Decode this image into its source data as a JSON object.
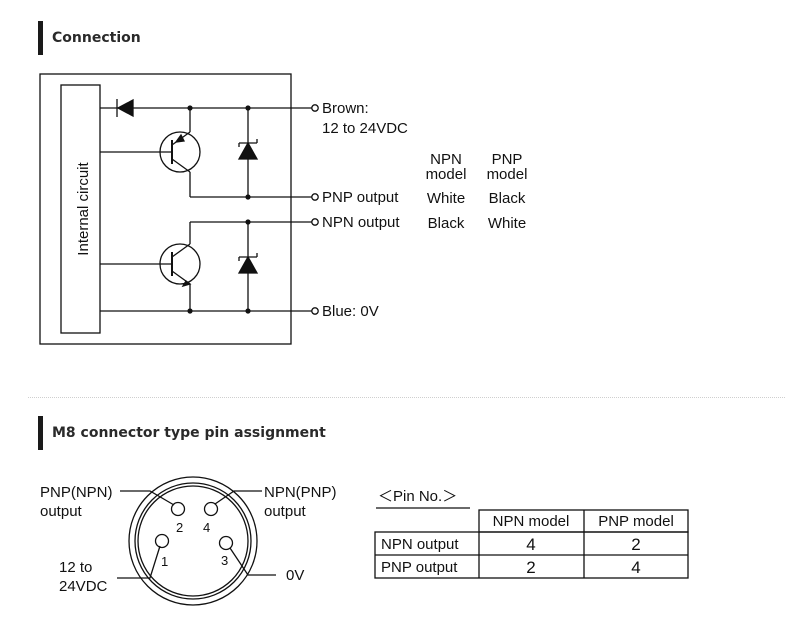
{
  "sections": {
    "connection_title": "Connection",
    "m8_title": "M8 connector type pin assignment"
  },
  "circuit": {
    "internal_label": "Internal circuit",
    "brown_label": "Brown:",
    "brown_voltage": "12 to 24VDC",
    "npn_header_1": "NPN",
    "npn_header_2": "model",
    "pnp_header_1": "PNP",
    "pnp_header_2": "model",
    "pnp_output_label": "PNP output",
    "pnp_output_npn": "White",
    "pnp_output_pnp": "Black",
    "npn_output_label": "NPN output",
    "npn_output_npn": "Black",
    "npn_output_pnp": "White",
    "blue_label": "Blue: 0V"
  },
  "connector": {
    "top_left_label_1": "PNP(NPN)",
    "top_left_label_2": "output",
    "top_right_label_1": "NPN(PNP)",
    "top_right_label_2": "output",
    "bottom_left_label_1": "12 to",
    "bottom_left_label_2": "24VDC",
    "bottom_right_label": "0V",
    "pin_1": "1",
    "pin_2": "2",
    "pin_3": "3",
    "pin_4": "4"
  },
  "pin_table": {
    "caption": "＜Pin No.＞",
    "columns": [
      "",
      "NPN model",
      "PNP model"
    ],
    "rows": [
      {
        "label": "NPN output",
        "npn": "4",
        "pnp": "2"
      },
      {
        "label": "PNP output",
        "npn": "2",
        "pnp": "4"
      }
    ]
  }
}
